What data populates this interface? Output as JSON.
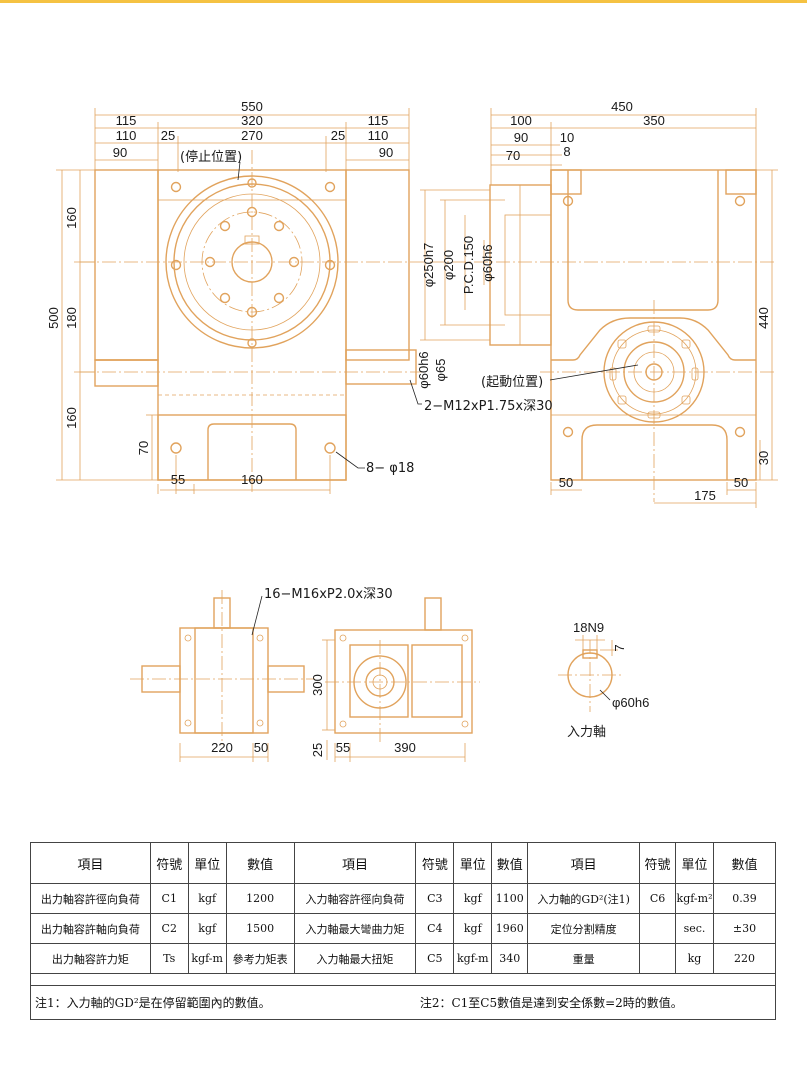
{
  "dims_top_front": {
    "d550": "550",
    "d115a": "115",
    "d320": "320",
    "d115b": "115",
    "d110a": "110",
    "d25a": "25",
    "d270": "270",
    "d25b": "25",
    "d110b": "110",
    "d90a": "90",
    "d90b": "90",
    "d160a": "160",
    "d500": "500",
    "d180": "180",
    "d160b": "160",
    "d70": "70",
    "d55": "55",
    "d160c": "160"
  },
  "dims_top_side": {
    "d450": "450",
    "d100": "100",
    "d350": "350",
    "d90": "90",
    "d10": "10",
    "d70": "70",
    "d8": "8",
    "d440": "440",
    "d30": "30",
    "d50a": "50",
    "d175": "175",
    "d50b": "50"
  },
  "dims_vertical_text": {
    "phi250": "φ250h7",
    "phi200": "φ200",
    "pcd": "P.C.D.150",
    "phi60a": "φ60h6",
    "phi60b": "φ60h6",
    "phi65": "φ65"
  },
  "labels_top": {
    "stop_pos": "(停止位置)",
    "start_pos": "(起動位置)",
    "tap_m12": "2−M12xP1.75x深30",
    "holes_8": "8− φ18"
  },
  "bottom_views": {
    "tap_m16": "16−M16xP2.0x深30",
    "d220": "220",
    "d50": "50",
    "d300": "300",
    "d25": "25",
    "d55": "55",
    "d390": "390",
    "key": "18N9",
    "d7": "7",
    "shaft_dia": "φ60h6",
    "shaft_label": "入力軸"
  },
  "spec_table": {
    "headers": [
      "項目",
      "符號",
      "單位",
      "數值",
      "項目",
      "符號",
      "單位",
      "數值",
      "項目",
      "符號",
      "單位",
      "數值"
    ],
    "rows": [
      [
        "出力軸容許徑向負荷",
        "C1",
        "kgf",
        "1200",
        "入力軸容許徑向負荷",
        "C3",
        "kgf",
        "1100",
        "入力軸的GD²(注1)",
        "C6",
        "kgf-m²",
        "0.39"
      ],
      [
        "出力軸容許軸向負荷",
        "C2",
        "kgf",
        "1500",
        "入力軸最大彎曲力矩",
        "C4",
        "kgf",
        "1960",
        "定位分割精度",
        "",
        "sec.",
        "±30"
      ],
      [
        "出力軸容許力矩",
        "Ts",
        "kgf-m",
        "參考力矩表",
        "入力軸最大扭矩",
        "C5",
        "kgf-m",
        "340",
        "重量",
        "",
        "kg",
        "220"
      ]
    ],
    "note1": "注1：入力軸的GD²是在停留範圍內的數值。",
    "note2": "注2：C1至C5數值是達到安全係數=2時的數值。"
  }
}
